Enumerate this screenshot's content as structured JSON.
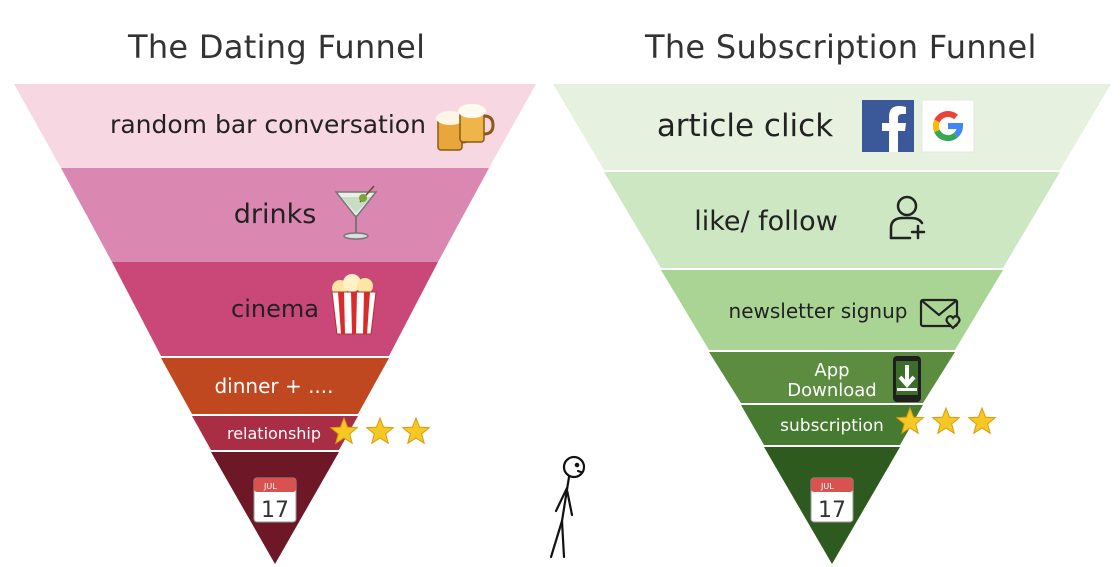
{
  "left": {
    "title": "The Dating Funnel",
    "levels": [
      {
        "label": "random bar conversation",
        "icon": "beer-mugs-icon",
        "color": "#f7d7e2"
      },
      {
        "label": "drinks",
        "icon": "martini-glass-icon",
        "color": "#da88b1"
      },
      {
        "label": "cinema",
        "icon": "popcorn-icon",
        "color": "#c94877"
      },
      {
        "label": "dinner + ....",
        "icon": "",
        "color": "#bf4820"
      },
      {
        "label": "relationship",
        "icon": "three-stars-icon",
        "color": "#a92d45"
      },
      {
        "label": "",
        "icon": "calendar-icon",
        "color": "#6e1727"
      }
    ],
    "calendar": {
      "month": "JUL",
      "day": "17"
    }
  },
  "right": {
    "title": "The Subscription Funnel",
    "levels": [
      {
        "label": "article click",
        "icon": "facebook-google-icons",
        "color": "#e6f2df"
      },
      {
        "label": "like/ follow",
        "icon": "add-user-icon",
        "color": "#cde7c3"
      },
      {
        "label": "newsletter signup",
        "icon": "envelope-heart-icon",
        "color": "#a9d494"
      },
      {
        "label": "App Download",
        "icon": "phone-download-icon",
        "color": "#5b8c3f"
      },
      {
        "label": "subscription",
        "icon": "three-stars-icon",
        "color": "#467a30"
      },
      {
        "label": "",
        "icon": "calendar-icon",
        "color": "#2f5a1f"
      }
    ],
    "calendar": {
      "month": "JUL",
      "day": "17"
    }
  },
  "brand_colors": {
    "facebook": "#3b5998",
    "google_blue": "#4285f4",
    "google_red": "#ea4335",
    "google_yellow": "#fbbc05",
    "google_green": "#34a853",
    "star": "#f6c824"
  }
}
